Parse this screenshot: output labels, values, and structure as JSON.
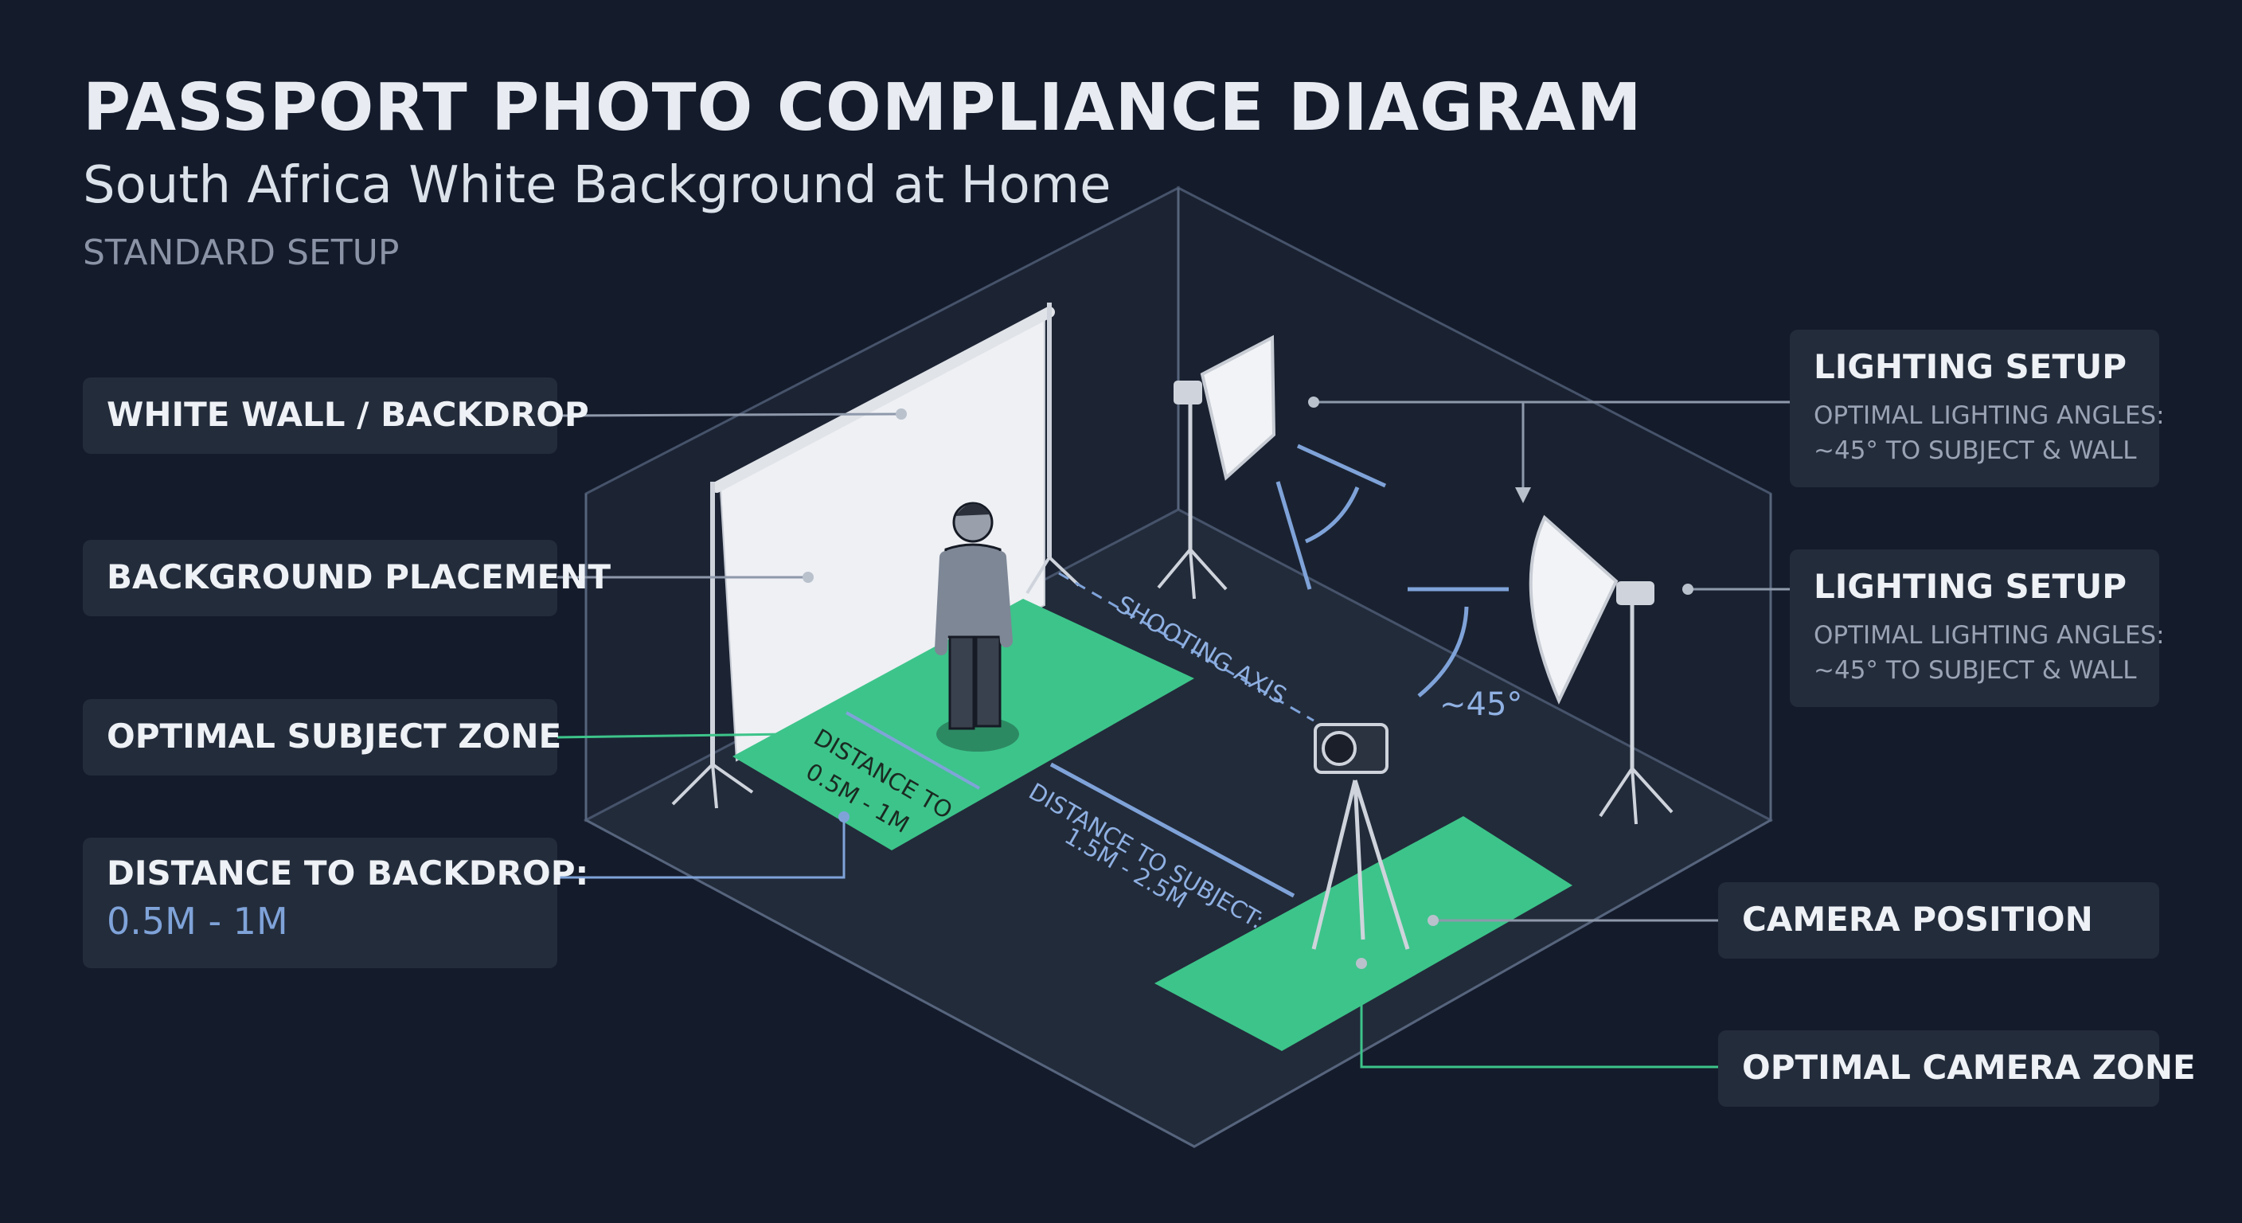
{
  "header": {
    "title": "PASSPORT PHOTO COMPLIANCE DIAGRAM",
    "subtitle": "South Africa White Background at Home",
    "setup_label": "STANDARD SETUP"
  },
  "labels": {
    "white_wall": "WHITE WALL / BACKDROP",
    "background_placement": "BACKGROUND PLACEMENT",
    "optimal_subject_zone": "OPTIMAL SUBJECT ZONE",
    "distance_to_backdrop": "DISTANCE TO BACKDROP:",
    "distance_to_backdrop_value": "0.5M - 1M",
    "lighting_setup_1": "LIGHTING SETUP",
    "lighting_setup_1_line1": "OPTIMAL LIGHTING ANGLES:",
    "lighting_setup_1_line2": "~45° TO SUBJECT & WALL",
    "lighting_setup_2": "LIGHTING SETUP",
    "lighting_setup_2_line1": "OPTIMAL LIGHTING ANGLES:",
    "lighting_setup_2_line2": "~45° TO SUBJECT & WALL",
    "camera_position": "CAMERA POSITION",
    "optimal_camera_zone": "OPTIMAL CAMERA ZONE"
  },
  "scene": {
    "shooting_axis": "SHOOTING AXIS",
    "dist_backdrop_line1": "DISTANCE TO",
    "dist_backdrop_line2": "0.5M - 1M",
    "dist_subject_line1": "DISTANCE TO SUBJECT:",
    "dist_subject_line2": "1.5M - 2.5M",
    "angle": "~45°"
  },
  "colors": {
    "background": "#141b2b",
    "zone_green": "#3dc48a",
    "accent_blue": "#7fa3d9",
    "box": "#232c3b"
  }
}
